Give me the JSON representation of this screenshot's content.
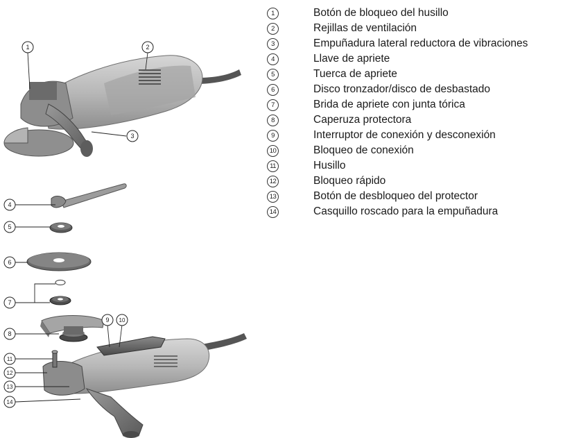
{
  "legend": [
    {
      "num": "1",
      "label": "Botón de bloqueo del husillo"
    },
    {
      "num": "2",
      "label": "Rejillas de ventilación"
    },
    {
      "num": "3",
      "label": "Empuñadura lateral reductora de vibraciones"
    },
    {
      "num": "4",
      "label": "Llave de apriete"
    },
    {
      "num": "5",
      "label": "Tuerca de apriete"
    },
    {
      "num": "6",
      "label": "Disco tronzador/disco de desbastado"
    },
    {
      "num": "7",
      "label": "Brida de apriete con junta tórica"
    },
    {
      "num": "8",
      "label": "Caperuza protectora"
    },
    {
      "num": "9",
      "label": "Interruptor de conexión y desconexión"
    },
    {
      "num": "10",
      "label": "Bloqueo de conexión"
    },
    {
      "num": "11",
      "label": "Husillo"
    },
    {
      "num": "12",
      "label": "Bloqueo rápido"
    },
    {
      "num": "13",
      "label": "Botón de desbloqueo del protector"
    },
    {
      "num": "14",
      "label": "Casquillo roscado para la empuñadura"
    }
  ],
  "callouts": [
    "1",
    "2",
    "3",
    "4",
    "5",
    "6",
    "7",
    "8",
    "9",
    "10",
    "11",
    "12",
    "13",
    "14"
  ]
}
